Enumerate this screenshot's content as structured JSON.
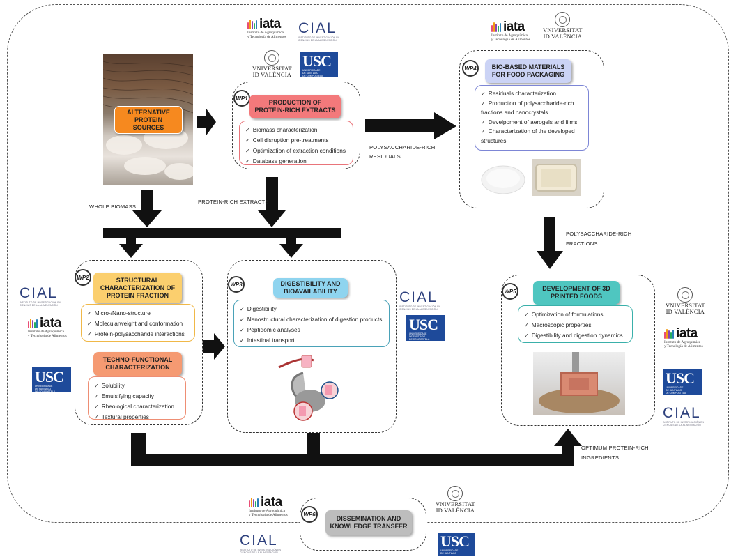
{
  "labels": {
    "whole_biomass": "WHOLE BIOMASS",
    "protein_rich_extracts": "PROTEIN-RICH EXTRACTS",
    "poly_residuals_1": "POLYSACCHARIDE-RICH",
    "poly_residuals_2": "RESIDUALS",
    "poly_fractions_1": "POLYSACCHARIDE-RICH",
    "poly_fractions_2": "FRACTIONS",
    "optimum_1": "OPTIMUM PROTEIN-RICH",
    "optimum_2": "INGREDIENTS"
  },
  "sources": {
    "title": "ALTERNATIVE PROTEIN SOURCES"
  },
  "wp1": {
    "badge": "WP1",
    "title": "PRODUCTION OF PROTEIN-RICH EXTRACTS",
    "items": [
      "Biomass characterization",
      "Cell disruption pre-treatments",
      "Optimization of extraction conditions",
      "Database generation"
    ]
  },
  "wp2": {
    "badge": "WP2",
    "title": "STRUCTURAL CHARACTERIZATION OF PROTEIN FRACTION",
    "items": [
      "Micro-/Nano-structure",
      "Molecularweight and conformation",
      "Protein-polysaccharide interactions"
    ],
    "title2": "TECHNO-FUNCTIONAL CHARACTERIZATION",
    "items2": [
      "Solubility",
      "Emulsifying capacity",
      "Rheological characterization",
      "Textural properties"
    ]
  },
  "wp3": {
    "badge": "WP3",
    "title": "DIGESTIBILITY AND BIOAVAILABILITY",
    "items": [
      "Digestibility",
      "Nanostructural characterization of digestion products",
      "Peptidomic analyses",
      "Intestinal transport"
    ]
  },
  "wp4": {
    "badge": "WP4",
    "title": "BIO-BASED MATERIALS FOR FOOD PACKAGING",
    "items": [
      "Residuals characterization",
      "Production of polysaccharide-rich fractions and nanocrystals",
      "Develpoment of aerogels and films",
      "Characterization of the developed structures"
    ]
  },
  "wp5": {
    "badge": "WP5",
    "title": "DEVELOPMENT OF 3D PRINTED FOODS",
    "items": [
      "Optimization of formulations",
      "Macroscopic properties",
      "Digestibility and digestion dynamics"
    ]
  },
  "wp6": {
    "badge": "WP6",
    "title": "DISSEMINATION AND KNOWLEDGE TRANSFER"
  },
  "logos": {
    "iata": "iata",
    "iata_sub_1": "Instituto de Agroquímica",
    "iata_sub_2": "y Tecnología de Alimentos",
    "cial": "CIAL",
    "cial_sub": "INSTITUTO DE INVESTIGACIÓN EN CIENCIAS DE LA ALIMENTACIÓN",
    "usc": "USC",
    "usc_sub_1": "UNIVERSIDADE",
    "usc_sub_2": "DE SANTIAGO",
    "usc_sub_3": "DE COMPOSTELA",
    "uv_1": "VNIVERSITAT",
    "uv_2": "ID VALÈNCIA"
  },
  "colors": {
    "wp1": "#f3797b",
    "wp2": "#fbcf6e",
    "wp2b": "#f59a72",
    "wp3": "#8fd4ef",
    "wp4": "#cbd3f5",
    "wp5": "#4fc6c0",
    "wp6": "#bdbdbd",
    "sources": "#f6891f",
    "usc": "#1e4a9a",
    "cial": "#2c3f7c"
  }
}
